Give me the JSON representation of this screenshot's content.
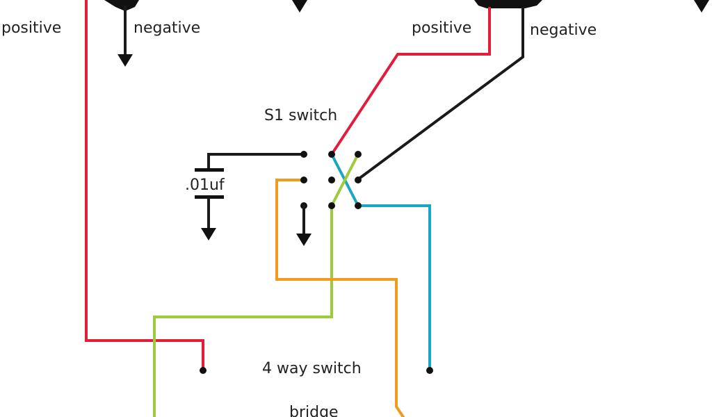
{
  "labels": {
    "positive_left": "positive",
    "negative_left": "negative",
    "positive_right": "positive",
    "negative_right": "negative",
    "s1_switch": "S1 switch",
    "capacitor": ".01uf",
    "four_way_switch": "4 way switch",
    "bridge": "bridge"
  },
  "colors": {
    "red": "#e01e3c",
    "black": "#1a1a1a",
    "teal": "#1aa7c4",
    "green": "#9ccc3c",
    "orange": "#f29a1e"
  }
}
